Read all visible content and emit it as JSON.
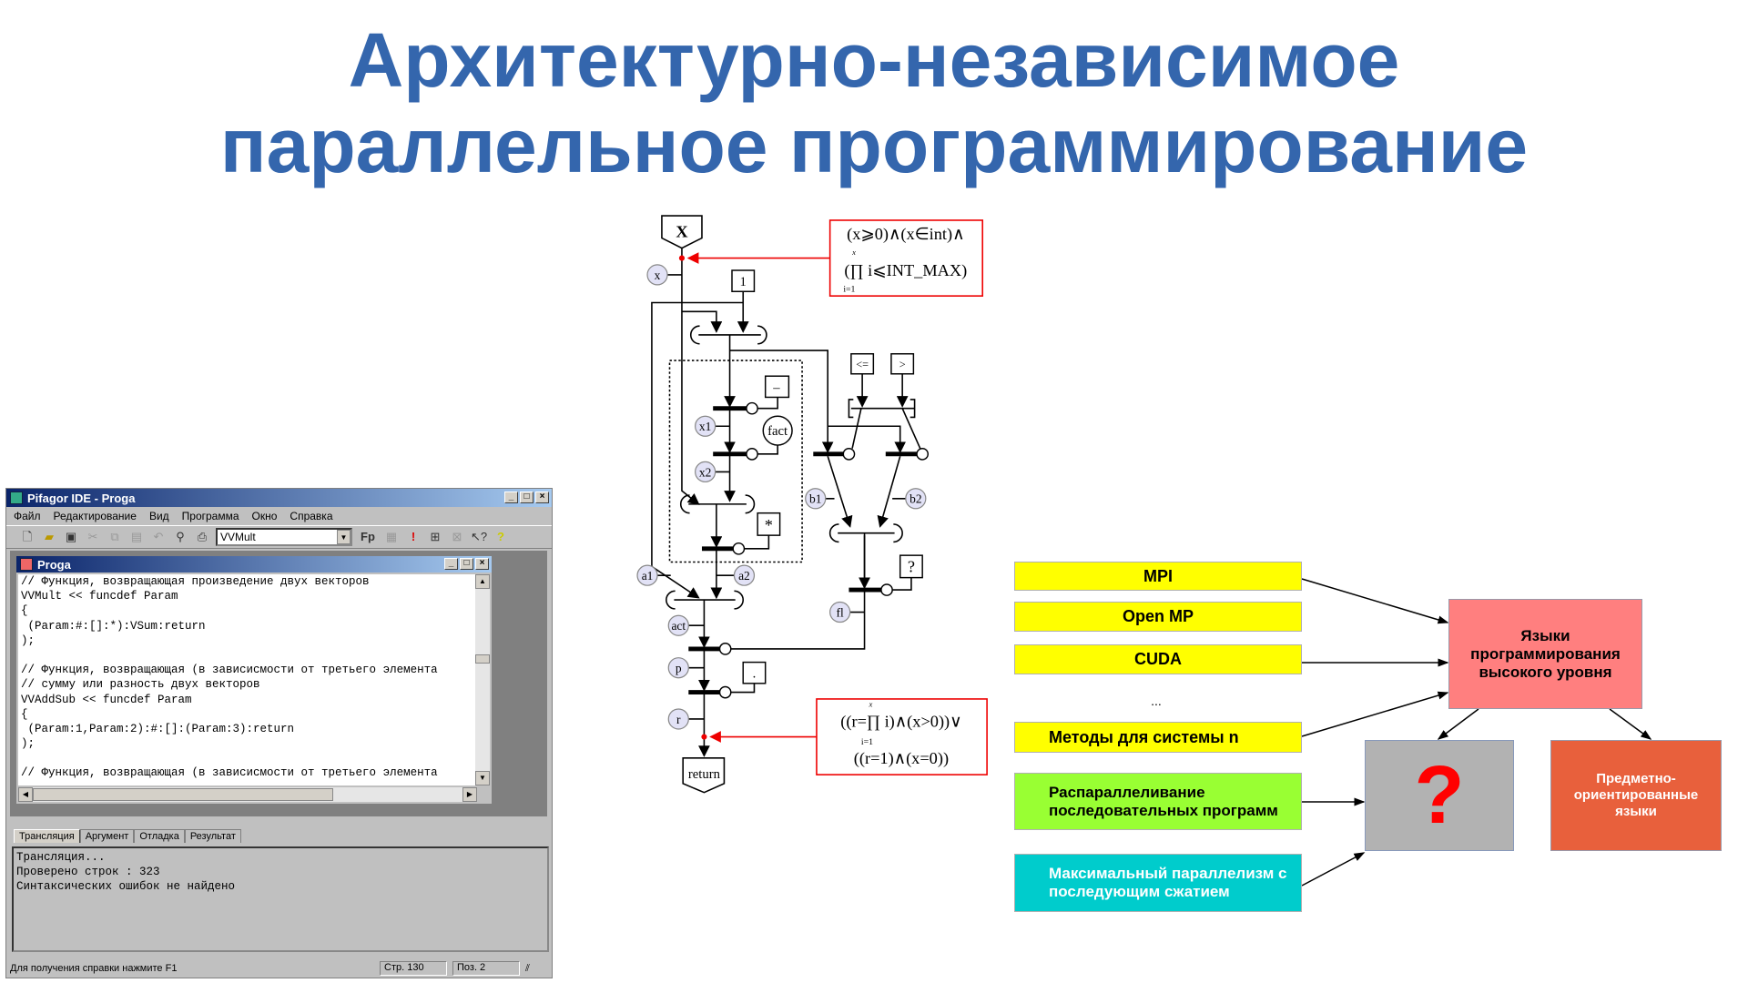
{
  "title": {
    "line1": "Архитектурно-независимое",
    "line2": "параллельное программирование"
  },
  "ide": {
    "window_title": "Pifagor IDE - Proga",
    "menu": [
      "Файл",
      "Редактирование",
      "Вид",
      "Программа",
      "Окно",
      "Справка"
    ],
    "function_combo": "VVMult",
    "fp_label": "Fp",
    "child_title": "Proga",
    "code_lines": [
      "// Функция, возвращающая произведение двух векторов",
      "VVMult << funcdef Param",
      "{",
      " (Param:#:[]:*):VSum:return",
      ");",
      "",
      "// Функция, возвращающая (в зависисмости от третьего элемента",
      "// сумму или разность двух векторов",
      "VVAddSub << funcdef Param",
      "{",
      " (Param:1,Param:2):#:[]:(Param:3):return",
      ");",
      "",
      "// Функция, возвращающая (в зависисмости от третьего элемента"
    ],
    "tabs": [
      "Трансляция",
      "Аргумент",
      "Отладка",
      "Результат"
    ],
    "output_lines": [
      "Трансляция...",
      "Проверено строк : 323",
      "Синтаксических ошибок не найдено"
    ],
    "status": {
      "hint": "Для получения справки нажмите F1",
      "line": "Стр. 130",
      "pos": "Поз. 2"
    }
  },
  "graph": {
    "input": "X",
    "output": "return",
    "constants": {
      "one": "1",
      "minus": "–",
      "fact": "fact",
      "mul": "*",
      "le": "<=",
      "gt": ">",
      "q": "?",
      "dot": "."
    },
    "labels": {
      "x": "x",
      "x1": "x1",
      "x2": "x2",
      "a1": "a1",
      "a2": "a2",
      "b1": "b1",
      "b2": "b2",
      "act": "act",
      "p": "p",
      "r": "r",
      "fl": "fl"
    },
    "precondition": {
      "line1": "(x⩾0)∧(x∈int)∧",
      "line2": "(∏ i⩽INT_MAX)",
      "upper": "x",
      "lower": "i=1"
    },
    "postcondition": {
      "line1": "((r=∏ i)∧(x>0))∨",
      "line2": "((r=1)∧(x=0))",
      "upper": "x",
      "lower": "i=1"
    }
  },
  "flow": {
    "mpi": "MPI",
    "openmp": "Open MP",
    "cuda": "CUDA",
    "ellipsis": "...",
    "methods": "Методы для системы n",
    "auto_parallel": "Распараллеливание последовательных программ",
    "max_parallel": "Максимальный параллелизм  с последующим сжатием",
    "high_level": "Языки программирования высокого уровня",
    "question": "?",
    "dsl": "Предметно-ориентированные языки",
    "colors": {
      "yellow": "#ffff00",
      "green": "#99ff33",
      "cyan": "#00cccc",
      "pink": "#ff7f7f",
      "grey": "#b2b2b2",
      "orange": "#e8603c",
      "title": "#3466ad"
    }
  }
}
